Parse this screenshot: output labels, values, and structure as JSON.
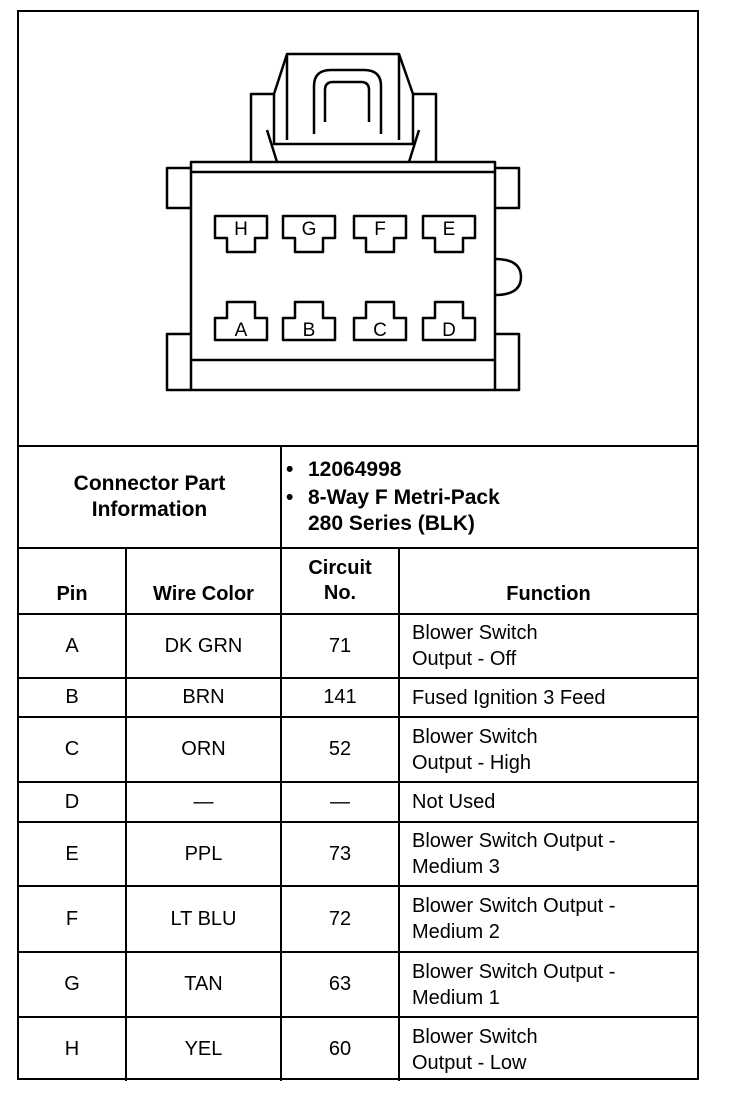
{
  "connector_info": {
    "label_line1": "Connector Part",
    "label_line2": "Information",
    "part_number": "12064998",
    "description_line1": "8-Way F Metri-Pack",
    "description_line2": "280 Series (BLK)"
  },
  "table_headers": {
    "pin": "Pin",
    "wire_color": "Wire Color",
    "circuit_line1": "Circuit",
    "circuit_line2": "No.",
    "function": "Function"
  },
  "rows": [
    {
      "pin": "A",
      "wire": "DK GRN",
      "circuit": "71",
      "function_line1": "Blower Switch",
      "function_line2": "Output - Off"
    },
    {
      "pin": "B",
      "wire": "BRN",
      "circuit": "141",
      "function_line1": "Fused Ignition 3 Feed",
      "function_line2": ""
    },
    {
      "pin": "C",
      "wire": "ORN",
      "circuit": "52",
      "function_line1": "Blower Switch",
      "function_line2": "Output - High"
    },
    {
      "pin": "D",
      "wire": "—",
      "circuit": "—",
      "function_line1": "Not Used",
      "function_line2": ""
    },
    {
      "pin": "E",
      "wire": "PPL",
      "circuit": "73",
      "function_line1": "Blower Switch Output -",
      "function_line2": "Medium 3"
    },
    {
      "pin": "F",
      "wire": "LT BLU",
      "circuit": "72",
      "function_line1": "Blower Switch Output -",
      "function_line2": "Medium 2"
    },
    {
      "pin": "G",
      "wire": "TAN",
      "circuit": "63",
      "function_line1": "Blower Switch Output -",
      "function_line2": "Medium 1"
    },
    {
      "pin": "H",
      "wire": "YEL",
      "circuit": "60",
      "function_line1": "Blower Switch",
      "function_line2": "Output - Low"
    }
  ],
  "diagram": {
    "top_row_pins": [
      "H",
      "G",
      "F",
      "E"
    ],
    "bottom_row_pins": [
      "A",
      "B",
      "C",
      "D"
    ]
  }
}
